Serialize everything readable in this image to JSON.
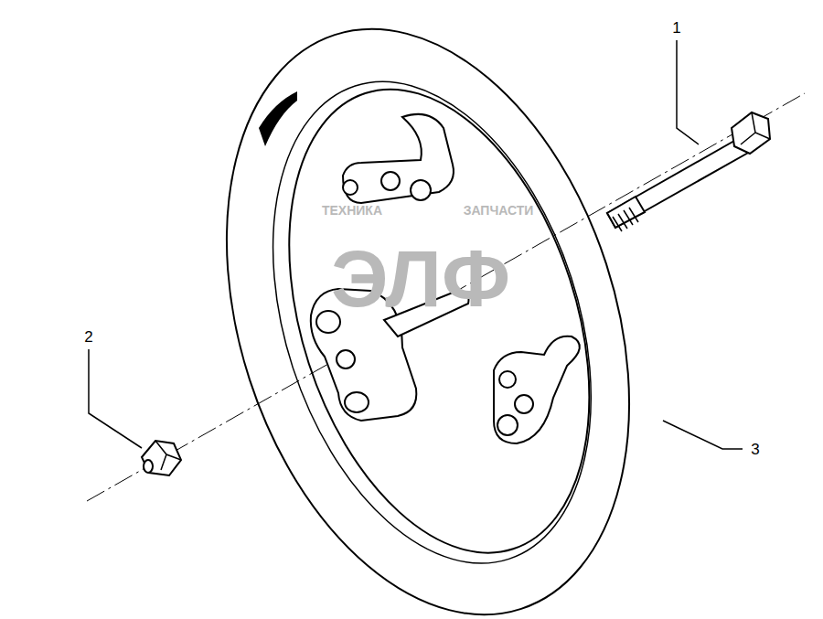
{
  "diagram": {
    "labels": [
      "1",
      "2",
      "3",
      "ТЕХНИКА",
      "ЗАПЧАСТИ",
      "ЭЛФ"
    ]
  }
}
